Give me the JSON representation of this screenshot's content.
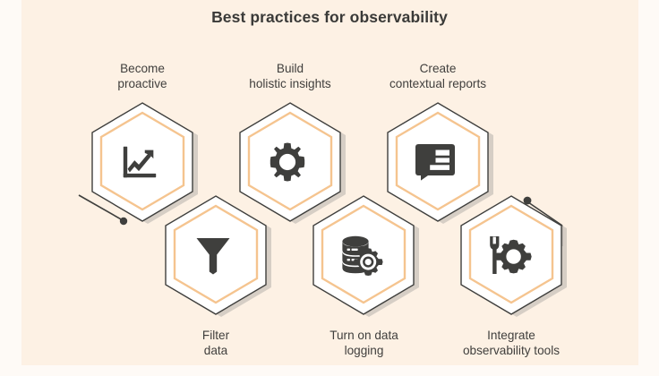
{
  "page": {
    "title": "Best practices for observability",
    "background_color": "#fefaf6",
    "panel_color": "#fdf1e4"
  },
  "theme": {
    "hex_outline_color": "#3f3f3d",
    "hex_inner_outline_color": "#f5c48f",
    "hex_fill_color": "#ffffff",
    "hex_shadow_color": "#cfc8bf",
    "icon_color": "#3f3f3d",
    "text_color": "#403f3d",
    "title_color": "#3a3a38",
    "connector_color": "#3f3f3d"
  },
  "steps": [
    {
      "id": "become-proactive",
      "label": "Become\nproactive",
      "label_position": "above",
      "icon": "line-chart-growth-icon",
      "row": "top",
      "column": 1
    },
    {
      "id": "build-holistic-insights",
      "label": "Build\nholistic insights",
      "label_position": "above",
      "icon": "gear-icon",
      "row": "top",
      "column": 2
    },
    {
      "id": "create-contextual-reports",
      "label": "Create\ncontextual reports",
      "label_position": "above",
      "icon": "report-card-icon",
      "row": "top",
      "column": 3
    },
    {
      "id": "filter-data",
      "label": "Filter\ndata",
      "label_position": "below",
      "icon": "funnel-filter-icon",
      "row": "bottom",
      "column": 1
    },
    {
      "id": "turn-on-data-logging",
      "label": "Turn on data\nlogging",
      "label_position": "below",
      "icon": "database-gear-icon",
      "row": "bottom",
      "column": 2
    },
    {
      "id": "integrate-observability-tools",
      "label": "Integrate\nobservability tools",
      "label_position": "below",
      "icon": "wrench-gear-icon",
      "row": "bottom",
      "column": 3
    }
  ],
  "connectors": [
    {
      "id": "connector-left",
      "from": "become-proactive",
      "dot_end": "bottom-right"
    },
    {
      "id": "connector-right",
      "from": "create-contextual-reports",
      "dot_end": "top-left"
    }
  ]
}
